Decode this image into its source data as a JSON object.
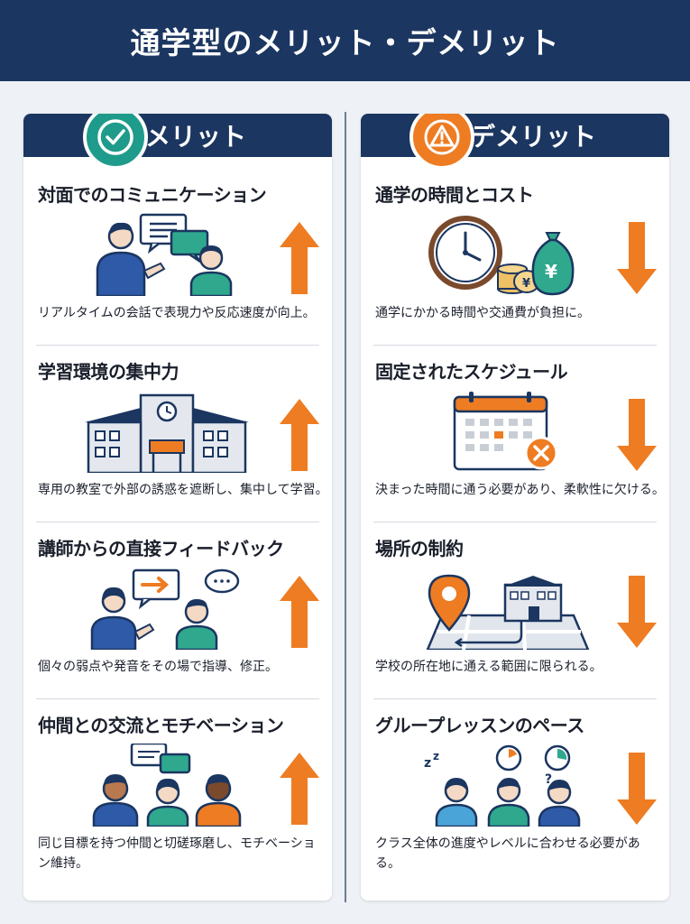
{
  "header": {
    "title": "通学型のメリット・デメリット"
  },
  "merits": {
    "heading": "メリット",
    "badge_icon": "check-circle-icon",
    "accent": "#1f9b8b",
    "items": [
      {
        "title": "対面でのコミュニケーション",
        "desc": "リアルタイムの会話で表現力や反応速度が向上。",
        "icon": "conversation-people-icon"
      },
      {
        "title": "学習環境の集中力",
        "desc": "専用の教室で外部の誘惑を遮断し、集中して学習。",
        "icon": "school-building-icon"
      },
      {
        "title": "講師からの直接フィードバック",
        "desc": "個々の弱点や発音をその場で指導、修正。",
        "icon": "teacher-feedback-icon"
      },
      {
        "title": "仲間との交流とモチベーション",
        "desc": "同じ目標を持つ仲間と切磋琢磨し、モチベーション維持。",
        "icon": "peer-group-icon"
      }
    ]
  },
  "demerits": {
    "heading": "デメリット",
    "badge_icon": "warning-icon",
    "accent": "#ee7c22",
    "items": [
      {
        "title": "通学の時間とコスト",
        "desc": "通学にかかる時間や交通費が負担に。",
        "icon": "clock-money-icon"
      },
      {
        "title": "固定されたスケジュール",
        "desc": "決まった時間に通う必要があり、柔軟性に欠ける。",
        "icon": "calendar-cancel-icon"
      },
      {
        "title": "場所の制約",
        "desc": "学校の所在地に通える範囲に限られる。",
        "icon": "map-location-icon"
      },
      {
        "title": "グループレッスンのペース",
        "desc": "クラス全体の進度やレベルに合わせる必要がある。",
        "icon": "group-pace-icon"
      }
    ]
  },
  "colors": {
    "navy": "#1b3660",
    "up_arrow": "#ee7c22",
    "down_arrow": "#ee7c22"
  }
}
